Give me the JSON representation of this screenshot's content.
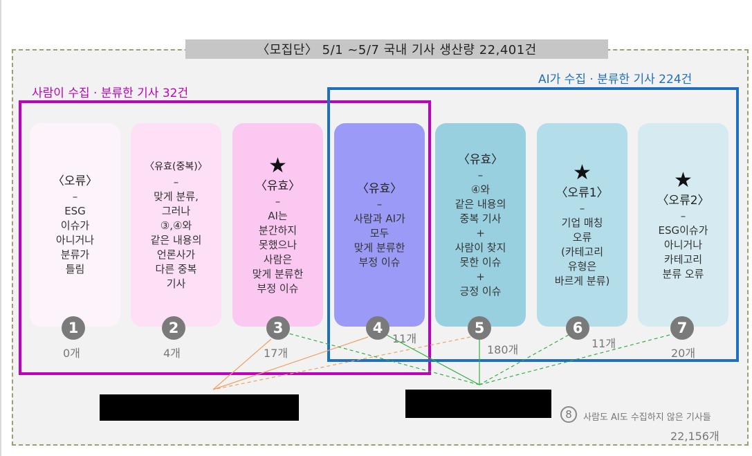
{
  "title": "〈모집단〉 5/1 ~5/7 국내 기사 생산량 22,401건",
  "human_label": "사람이 수집 · 분류한 기사 32건",
  "ai_label": "AI가 수집 · 분류한 기사 224건",
  "cards": [
    {
      "star": "",
      "head": "〈오류〉",
      "dash": "–",
      "body": [
        "ESG",
        "이슈가",
        "아니거나",
        "분류가",
        "틀림"
      ],
      "number": "1",
      "count": "0개",
      "bg": "#fdf3fb"
    },
    {
      "star": "",
      "head": "〈유효(중복)〉",
      "dash": "–",
      "body": [
        "맞게 분류,",
        "그러나",
        "③,④와",
        "같은 내용의",
        "언론사가",
        "다른 중복",
        "기사"
      ],
      "number": "2",
      "count": "4개",
      "bg": "#fde0f6"
    },
    {
      "star": "★",
      "head": "〈유효〉",
      "dash": "–",
      "body": [
        "AI는",
        "분간하지",
        "못했으나",
        "사람은",
        "맞게 분류한",
        "부정 이슈"
      ],
      "number": "3",
      "count": "17개",
      "bg": "#fbc8f2"
    },
    {
      "star": "",
      "head": "〈유효〉",
      "dash": "–",
      "body": [
        "사람과 AI가",
        "모두",
        "맞게 분류한",
        "부정 이슈"
      ],
      "number": "4",
      "count": "11개",
      "bg": "#9b9bf7"
    },
    {
      "star": "",
      "head": "〈유효〉",
      "dash": "–",
      "body": [
        "④와",
        "같은 내용의",
        "중복 기사",
        "+",
        "사람이 찾지",
        "못한 이슈",
        "+",
        "긍정 이슈"
      ],
      "number": "5",
      "count": "180개",
      "bg": "#99d0e0"
    },
    {
      "star": "★",
      "head": "〈오류1〉",
      "dash": "–",
      "body": [
        "기업 매칭",
        "오류",
        "(카테고리",
        "유형은",
        "바르게 분류)"
      ],
      "number": "6",
      "count": "11개",
      "bg": "#b3dde8"
    },
    {
      "star": "★",
      "head": "〈오류2〉",
      "dash": "–",
      "body": [
        "ESG이슈가",
        "아니거나",
        "카테고리",
        "분류 오류"
      ],
      "number": "7",
      "count": "20개",
      "bg": "#d5ebf1"
    }
  ],
  "footnote": {
    "number": "8",
    "text": "사람도 AI도 수집하지 않은 기사들",
    "count": "22,156개"
  },
  "colors": {
    "human": "#c000c0",
    "ai": "#1f6fc0",
    "orange": "#f0a060",
    "green": "#30b040"
  }
}
